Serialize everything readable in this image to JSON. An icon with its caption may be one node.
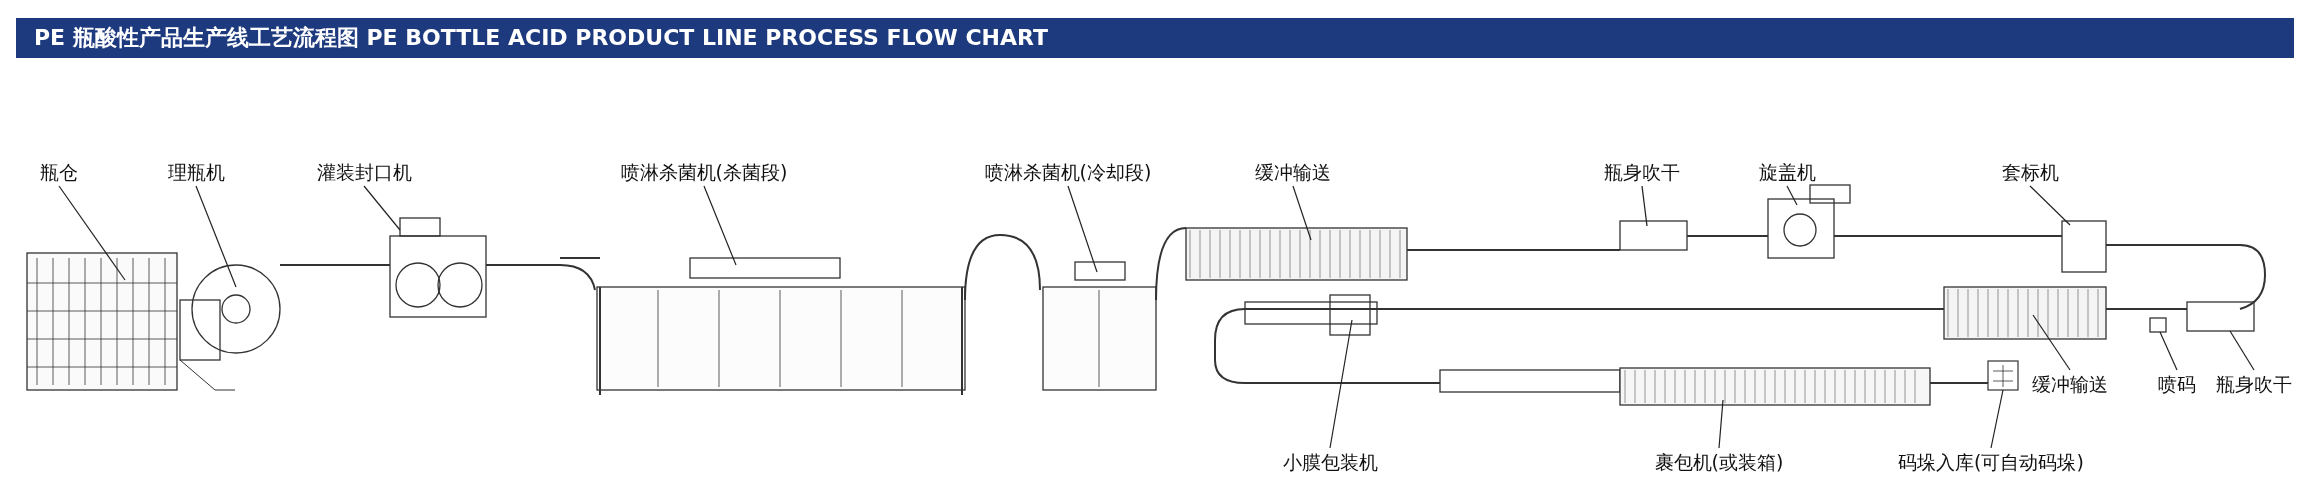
{
  "diagram": {
    "title": "PE 瓶酸性产品生产线工艺流程图 PE BOTTLE ACID PRODUCT LINE PROCESS FLOW CHART",
    "nodes": [
      {
        "text": [
          "瓶仓"
        ]
      },
      {
        "text": [
          "理瓶机"
        ]
      },
      {
        "text": [
          "灌装封口机"
        ]
      },
      {
        "text": [
          "喷淋杀菌机(杀菌段)"
        ]
      },
      {
        "text": [
          "喷淋杀菌机(冷却段)"
        ]
      },
      {
        "text": [
          "缓冲输送"
        ]
      },
      {
        "text": [
          "瓶身吹干"
        ]
      },
      {
        "text": [
          "旋盖机"
        ]
      },
      {
        "text": [
          "套标机"
        ]
      },
      {
        "text": [
          "缓冲输送"
        ]
      },
      {
        "text": [
          "喷码"
        ]
      },
      {
        "text": [
          "瓶身吹干"
        ]
      },
      {
        "text": [
          "小膜包装机"
        ]
      },
      {
        "text": [
          "裹包机(或装箱)"
        ]
      },
      {
        "text": [
          "码垛入库(可自动码垛)"
        ]
      },
      {
        "text": [],
        "shape": "box"
      }
    ],
    "edges": [
      {
        "from": 0,
        "to": null,
        "arrow": "none"
      },
      {
        "from": 1,
        "to": null,
        "arrow": "none"
      },
      {
        "from": 2,
        "to": null,
        "arrow": "none"
      },
      {
        "from": 3,
        "to": null,
        "arrow": "none"
      },
      {
        "from": 4,
        "to": null,
        "arrow": "none"
      },
      {
        "from": 5,
        "to": null,
        "arrow": "none"
      },
      {
        "from": 6,
        "to": null,
        "arrow": "none"
      },
      {
        "from": 7,
        "to": null,
        "arrow": "none"
      },
      {
        "from": 8,
        "to": null,
        "arrow": "none"
      },
      {
        "from": 9,
        "to": null,
        "arrow": "none"
      },
      {
        "from": 10,
        "to": null,
        "arrow": "none"
      },
      {
        "from": 11,
        "to": null,
        "arrow": "none"
      },
      {
        "from": 12,
        "to": null,
        "arrow": "none"
      },
      {
        "from": 13,
        "to": null,
        "arrow": "none"
      },
      {
        "from": 14,
        "to": 15,
        "arrow": "none"
      }
    ]
  }
}
